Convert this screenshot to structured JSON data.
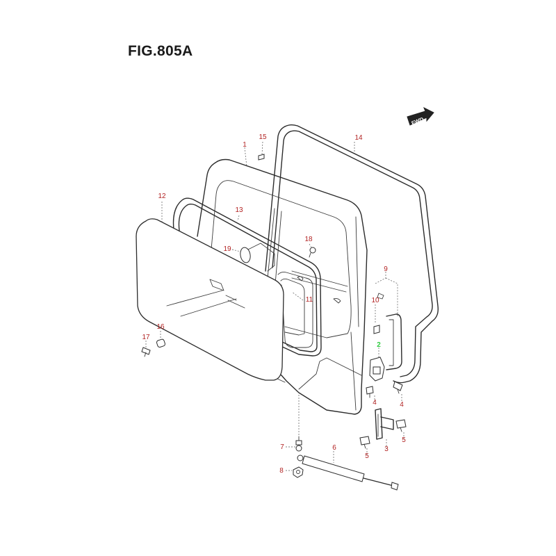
{
  "figure": {
    "title": "FIG.805A"
  },
  "direction_badge": {
    "label": "FWD"
  },
  "colors": {
    "callout_default": "#b22222",
    "callout_highlight": "#2ecc40",
    "line": "#2b2b2b"
  },
  "callouts": [
    {
      "id": "1",
      "label": "1",
      "highlight": false
    },
    {
      "id": "2",
      "label": "2",
      "highlight": true
    },
    {
      "id": "3",
      "label": "3",
      "highlight": false
    },
    {
      "id": "4a",
      "label": "4",
      "highlight": false
    },
    {
      "id": "4b",
      "label": "4",
      "highlight": false
    },
    {
      "id": "5a",
      "label": "5",
      "highlight": false
    },
    {
      "id": "5b",
      "label": "5",
      "highlight": false
    },
    {
      "id": "6",
      "label": "6",
      "highlight": false
    },
    {
      "id": "7",
      "label": "7",
      "highlight": false
    },
    {
      "id": "8",
      "label": "8",
      "highlight": false
    },
    {
      "id": "9",
      "label": "9",
      "highlight": false
    },
    {
      "id": "10",
      "label": "10",
      "highlight": false
    },
    {
      "id": "11",
      "label": "11",
      "highlight": false
    },
    {
      "id": "12",
      "label": "12",
      "highlight": false
    },
    {
      "id": "13",
      "label": "13",
      "highlight": false
    },
    {
      "id": "14",
      "label": "14",
      "highlight": false
    },
    {
      "id": "15",
      "label": "15",
      "highlight": false
    },
    {
      "id": "16",
      "label": "16",
      "highlight": false
    },
    {
      "id": "17",
      "label": "17",
      "highlight": false
    },
    {
      "id": "18",
      "label": "18",
      "highlight": false
    },
    {
      "id": "19",
      "label": "19",
      "highlight": false
    }
  ]
}
